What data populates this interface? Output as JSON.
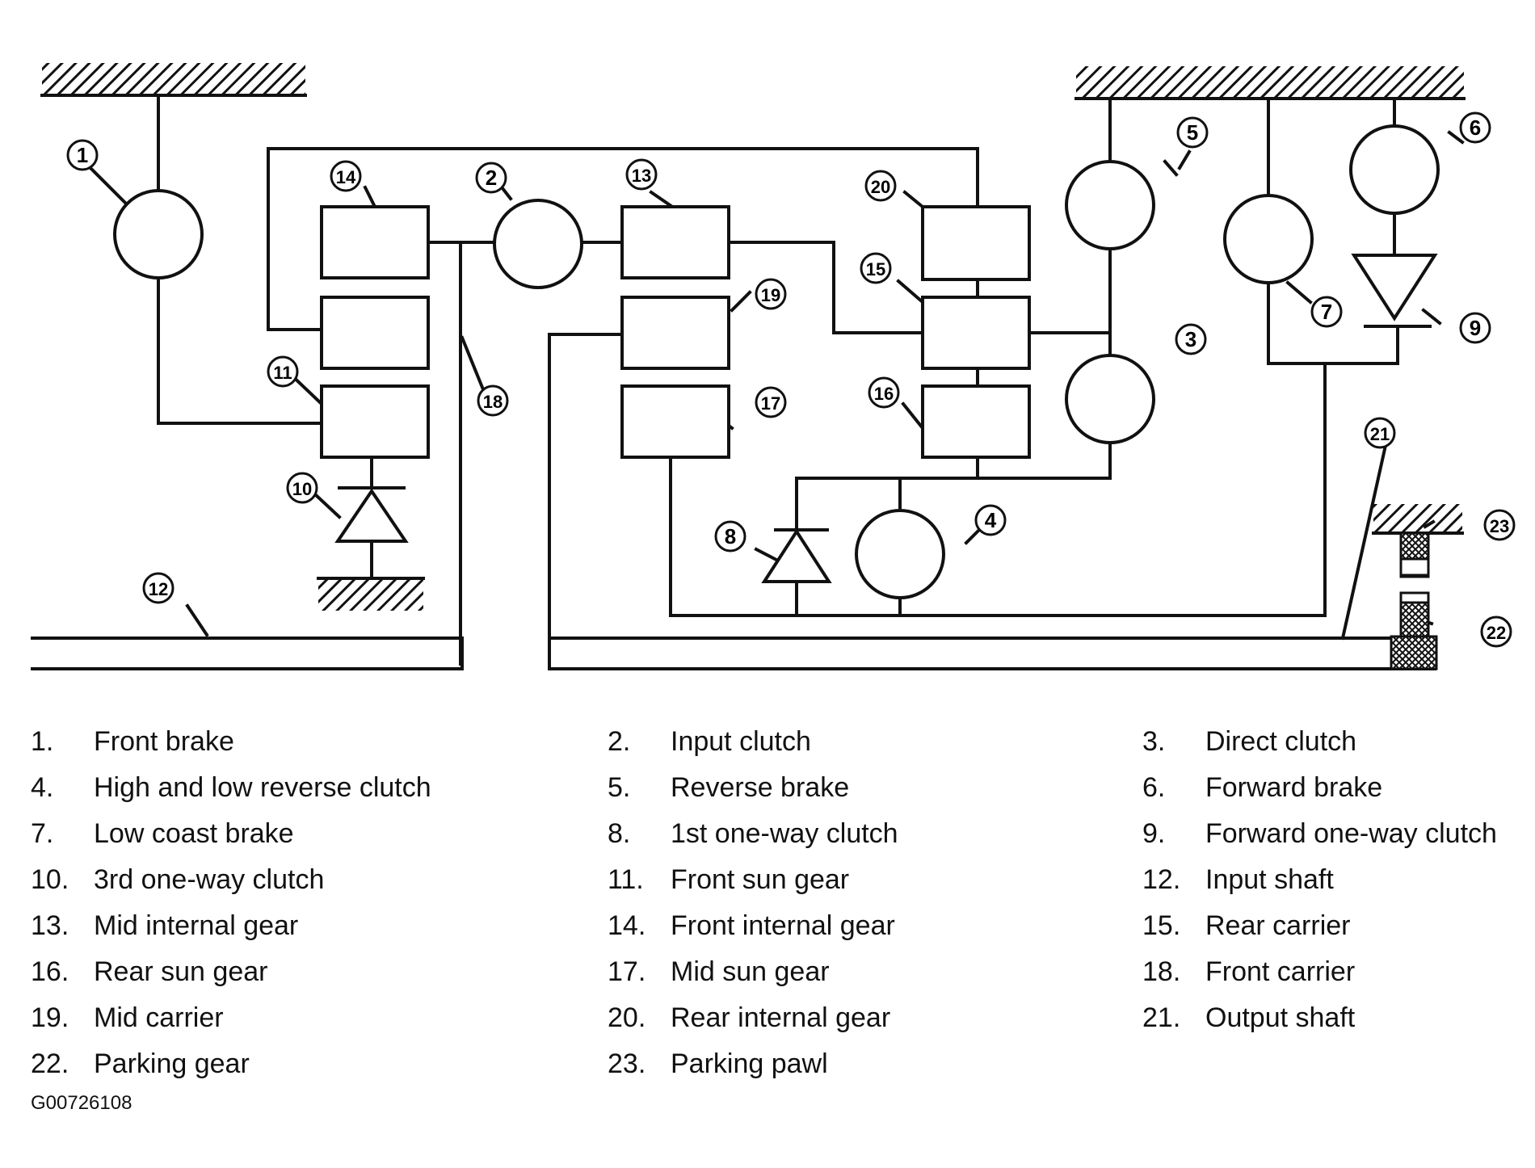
{
  "figure_code": "G00726108",
  "callouts": [
    "1",
    "2",
    "3",
    "4",
    "5",
    "6",
    "7",
    "8",
    "9",
    "10",
    "11",
    "12",
    "13",
    "14",
    "15",
    "16",
    "17",
    "18",
    "19",
    "20",
    "21",
    "22",
    "23"
  ],
  "legend": [
    {
      "num": "1.",
      "text": "Front brake"
    },
    {
      "num": "2.",
      "text": "Input clutch"
    },
    {
      "num": "3.",
      "text": "Direct clutch"
    },
    {
      "num": "4.",
      "text": "High and low reverse clutch"
    },
    {
      "num": "5.",
      "text": "Reverse brake"
    },
    {
      "num": "6.",
      "text": "Forward brake"
    },
    {
      "num": "7.",
      "text": "Low coast brake"
    },
    {
      "num": "8.",
      "text": "1st one-way clutch"
    },
    {
      "num": "9.",
      "text": "Forward one-way clutch"
    },
    {
      "num": "10.",
      "text": "3rd one-way clutch"
    },
    {
      "num": "11.",
      "text": "Front sun gear"
    },
    {
      "num": "12.",
      "text": "Input shaft"
    },
    {
      "num": "13.",
      "text": "Mid internal gear"
    },
    {
      "num": "14.",
      "text": "Front internal gear"
    },
    {
      "num": "15.",
      "text": "Rear carrier"
    },
    {
      "num": "16.",
      "text": "Rear sun gear"
    },
    {
      "num": "17.",
      "text": "Mid sun gear"
    },
    {
      "num": "18.",
      "text": "Front carrier"
    },
    {
      "num": "19.",
      "text": "Mid carrier"
    },
    {
      "num": "20.",
      "text": "Rear internal gear"
    },
    {
      "num": "21.",
      "text": "Output shaft"
    },
    {
      "num": "22.",
      "text": "Parking gear"
    },
    {
      "num": "23.",
      "text": "Parking pawl"
    }
  ]
}
